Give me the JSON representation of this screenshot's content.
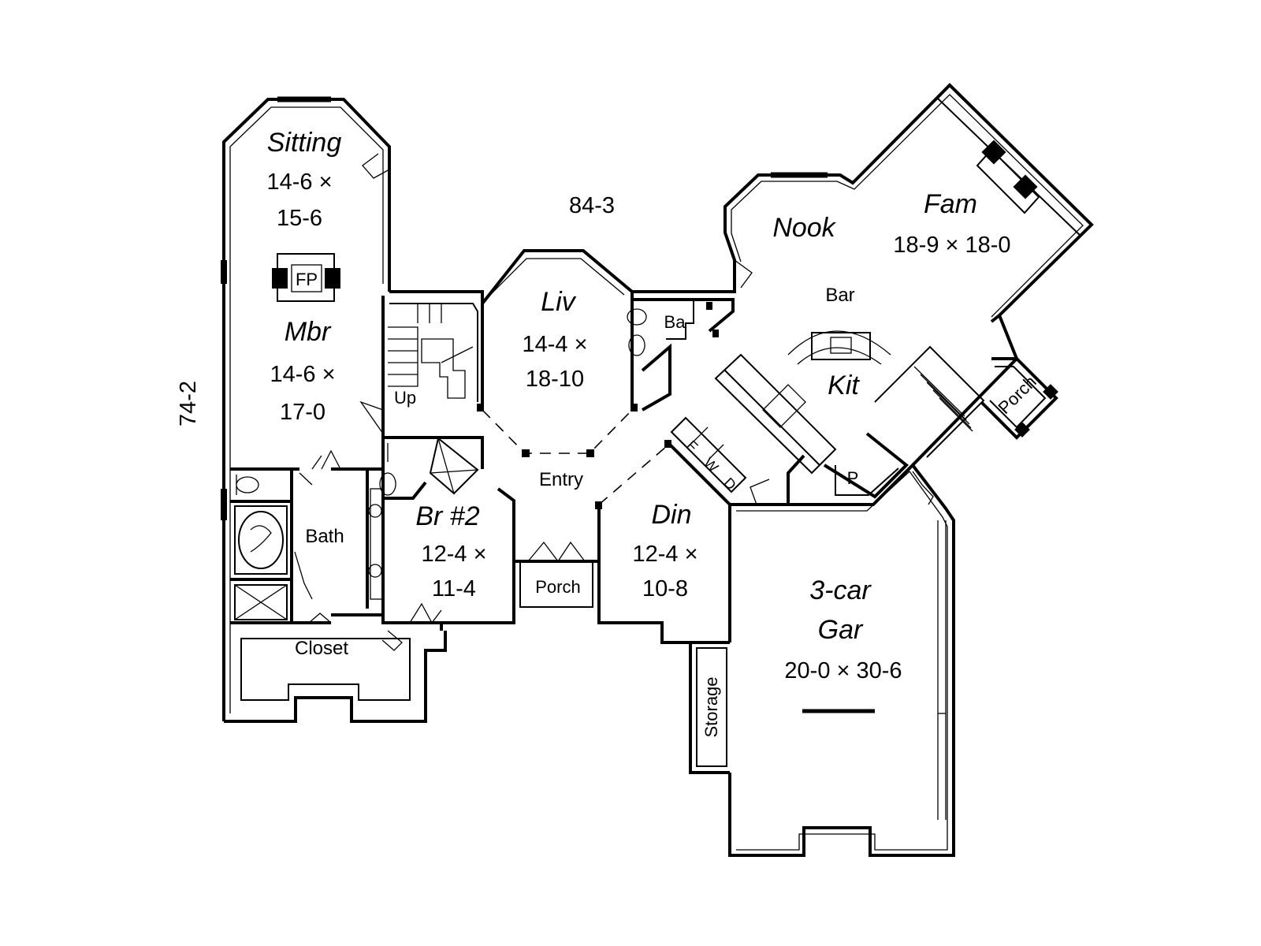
{
  "overall": {
    "width": "84-3",
    "depth": "74-2"
  },
  "rooms": {
    "sitting": {
      "name": "Sitting",
      "line1": "14-6 ×",
      "line2": "15-6"
    },
    "mbr": {
      "name": "Mbr",
      "line1": "14-6 ×",
      "line2": "17-0"
    },
    "liv": {
      "name": "Liv",
      "line1": "14-4 ×",
      "line2": "18-10"
    },
    "nook": {
      "name": "Nook"
    },
    "fam": {
      "name": "Fam",
      "dims": "18-9 × 18-0"
    },
    "kit": {
      "name": "Kit"
    },
    "br2": {
      "name": "Br #2",
      "line1": "12-4 ×",
      "line2": "11-4"
    },
    "din": {
      "name": "Din",
      "line1": "12-4 ×",
      "line2": "10-8"
    },
    "garage": {
      "name1": "3-car",
      "name2": "Gar",
      "dims": "20-0 × 30-6"
    }
  },
  "labels": {
    "fp": "FP",
    "bar": "Bar",
    "ba": "Ba",
    "up": "Up",
    "entry": "Entry",
    "bath": "Bath",
    "closet": "Closet",
    "porch_front": "Porch",
    "porch_rear": "Porch",
    "storage": "Storage",
    "pantry": "P",
    "fridge": "F",
    "washer": "W",
    "dryer": "D"
  }
}
